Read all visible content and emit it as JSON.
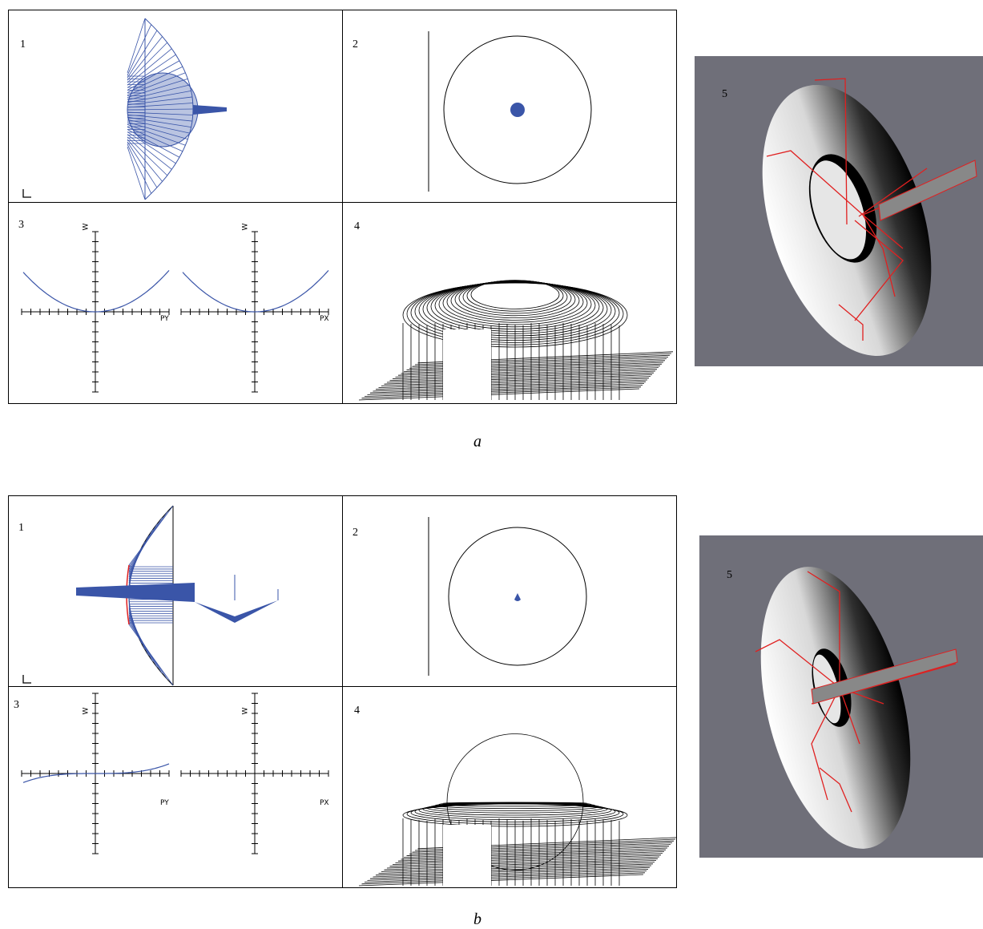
{
  "figure_a": {
    "caption": "a",
    "panel_labels": [
      "1",
      "2",
      "3",
      "4",
      "5"
    ],
    "axis_w_label": "W",
    "axis_py_label": "PY",
    "axis_px_label": "PX"
  },
  "figure_b": {
    "caption": "b",
    "panel_labels": [
      "1",
      "2",
      "3",
      "4",
      "5"
    ],
    "axis_w_label": "W",
    "axis_py_label": "PY",
    "axis_px_label": "PX"
  },
  "colors": {
    "ray_blue": "#3a55a8",
    "ray_red": "#e02020",
    "render_background": "#6f6f79"
  }
}
